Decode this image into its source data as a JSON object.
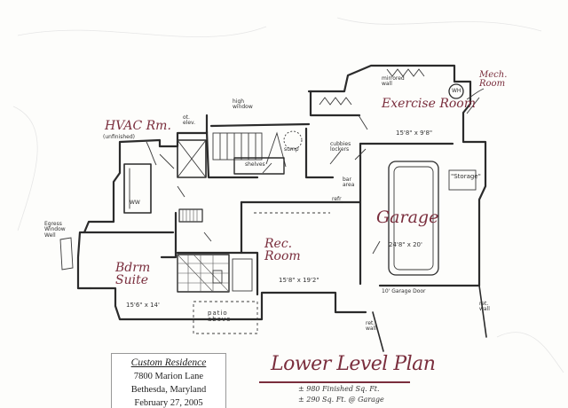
{
  "rooms": {
    "hvac": "HVAC Rm.",
    "hvac_note": "(unfinished)",
    "exercise": "Exercise Room",
    "exercise_dim": "15'8\" x 9'8\"",
    "mech": "Mech. Room",
    "garage": "Garage",
    "garage_dim": "24'8\" x 20'",
    "bdrm": "Bdrm Suite",
    "bdrm_dim": "15'6\" x 14'",
    "rec": "Rec. Room",
    "rec_dim": "15'8\" x 19'2\""
  },
  "notes": {
    "egress": "Egress Window Well",
    "high_window": "high window",
    "ot_elev": "ot. elev.",
    "shelves": "shelves",
    "sump": "sump",
    "cubbies": "cubbies lockers",
    "mirrored_wall": "mirrored wall",
    "wh": "WH",
    "storage": "\"Storage\"",
    "bar_area": "bar area",
    "refr": "refr",
    "garage_door": "10' Garage Door",
    "ret_wall_1": "ret. wall",
    "ret_wall_2": "ret. wall",
    "patio": "patio above",
    "ww": "WW"
  },
  "title_block": {
    "line1": "Custom Residence",
    "line2": "7800 Marion Lane",
    "line3": "Bethesda, Maryland",
    "line4": "February 27, 2005"
  },
  "plan_title": "Lower Level Plan",
  "areas": {
    "finished": "± 980 Finished Sq. Ft.",
    "garage": "± 290 Sq. Ft. @ Garage"
  }
}
